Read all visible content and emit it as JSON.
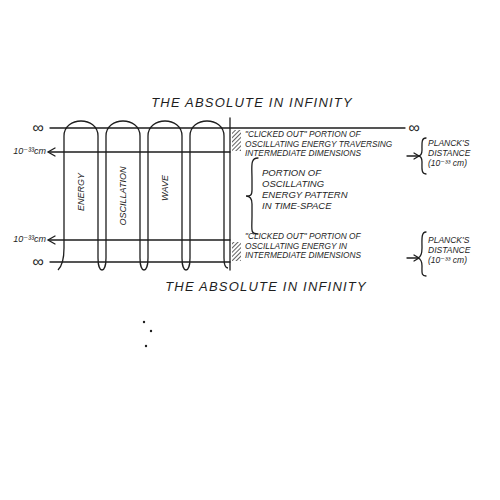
{
  "diagram": {
    "title": "THE ABSOLUTE IN INFINITY",
    "labels": [
      "∞",
      "∞",
      "10⁻³³cm",
      "ENERGY",
      "OSCILLATION",
      "WAVE",
      "\"CLICKED OUT\" PORTION OF OSCILLATING ENERGY TRAVERSING INTERMEDIATE DIMENSIONS",
      "PLANCK'S DISTANCE (10⁻³³ cm)",
      "PORTION OF OSCILLATING ENERGY PATTERN IN TIME-SPACE",
      "10⁻³³cm",
      "\"CLICKED OUT\" PORTION OF OSCILLATING ENERGY IN INTERMEDIATE DIMENSIONS",
      "PLANCK'S DISTANCE (10⁻³³ cm)",
      "∞",
      "THE ABSOLUTE IN INFINITY"
    ]
  }
}
